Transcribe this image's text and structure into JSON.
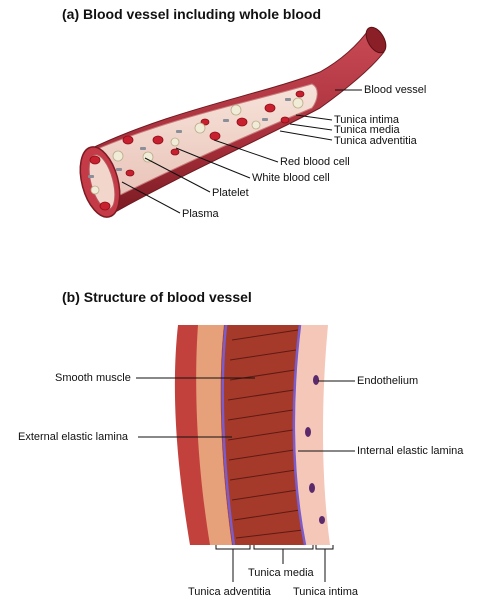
{
  "panel_a": {
    "title": "(a) Blood vessel including whole blood",
    "labels": {
      "blood_vessel": "Blood vessel",
      "tunica_intima": "Tunica intima",
      "tunica_media": "Tunica media",
      "tunica_adventitia": "Tunica adventitia",
      "red_blood_cell": "Red blood cell",
      "white_blood_cell": "White blood cell",
      "platelet": "Platelet",
      "plasma": "Plasma"
    }
  },
  "panel_b": {
    "title": "(b) Structure of blood vessel",
    "labels": {
      "smooth_muscle": "Smooth muscle",
      "endothelium": "Endothelium",
      "external_elastic_lamina": "External elastic lamina",
      "internal_elastic_lamina": "Internal elastic lamina",
      "tunica_media": "Tunica media",
      "tunica_adventitia": "Tunica adventitia",
      "tunica_intima": "Tunica intima"
    }
  },
  "colors": {
    "vessel_wall": "#b83a45",
    "vessel_dark": "#7a1a22",
    "plasma": "#f3d8cf",
    "rbc": "#c8202e",
    "wbc": "#f1ecd8",
    "platelet": "#8a8f9a",
    "adventitia": "#e6a07a",
    "media": "#a53a2a",
    "elastic": "#7b5cc9",
    "endothelium": "#f5c7b8"
  }
}
